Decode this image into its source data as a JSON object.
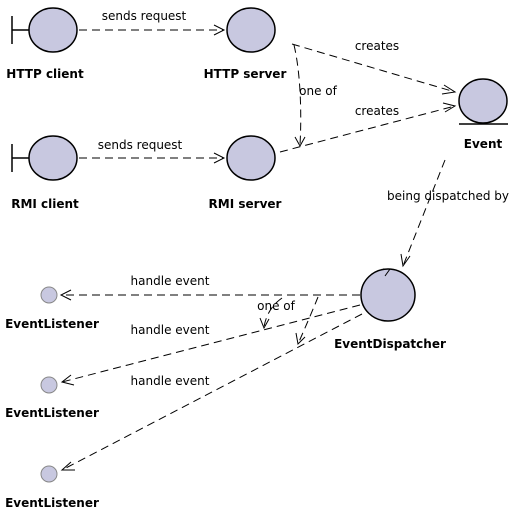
{
  "colors": {
    "node_fill": "#c8c8e0",
    "node_stroke": "#000000",
    "small_node_fill": "#c8c8e0"
  },
  "nodes": {
    "http_client": "HTTP client",
    "http_server": "HTTP server",
    "rmi_client": "RMI client",
    "rmi_server": "RMI server",
    "event": "Event",
    "event_dispatcher": "EventDispatcher",
    "listener_1": "EventListener",
    "listener_2": "EventListener",
    "listener_3": "EventListener"
  },
  "edges": {
    "http_sends": "sends request",
    "rmi_sends": "sends request",
    "http_creates": "creates",
    "rmi_creates": "creates",
    "servers_one_of": "one of",
    "being_dispatched": "being dispatched by",
    "handle_1": "handle event",
    "handle_2": "handle event",
    "handle_3": "handle event",
    "listeners_one_of": "one of"
  }
}
